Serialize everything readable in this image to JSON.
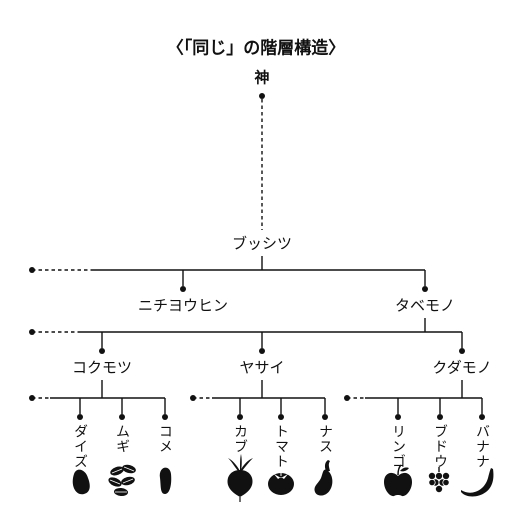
{
  "title": "〈「同じ」の階層構造〉",
  "root": "神",
  "levels": {
    "kingdom": "ブッシツ",
    "groups": [
      "ニチヨウヒン",
      "タベモノ"
    ],
    "food_groups": [
      "コクモツ",
      "ヤサイ",
      "クダモノ"
    ]
  },
  "leaves": {
    "grains": [
      "ダイズ",
      "ムギ",
      "コメ"
    ],
    "vegetables": [
      "カブ",
      "トマト",
      "ナス"
    ],
    "fruits": [
      "リンゴ",
      "ブドウ",
      "バナナ"
    ]
  },
  "icons": {
    "grains": [
      "soybean-icon",
      "wheat-grains-icon",
      "rice-grain-icon"
    ],
    "vegetables": [
      "turnip-icon",
      "tomato-icon",
      "eggplant-icon"
    ],
    "fruits": [
      "apple-icon",
      "grapes-icon",
      "banana-icon"
    ]
  },
  "colors": {
    "ink": "#111111",
    "background": "#ffffff"
  }
}
